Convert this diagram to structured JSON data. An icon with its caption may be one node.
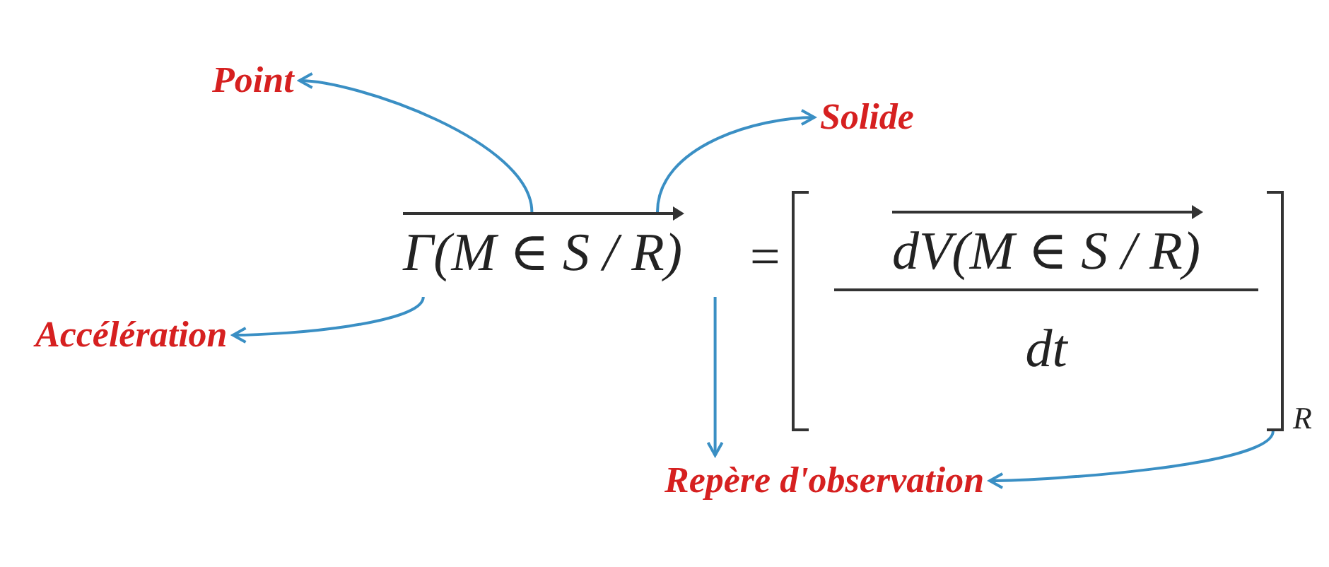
{
  "diagram": {
    "nodes": [
      {
        "text": [
          "Point"
        ]
      },
      {
        "text": [
          "Solide"
        ]
      },
      {
        "text": [
          "Γ(M ∈ S / R)"
        ]
      },
      {
        "text": [
          "Accélération"
        ]
      },
      {
        "text": [
          "Repère d'observation"
        ]
      },
      {
        "text": [
          "dV(M ∈ S / R)",
          "dt",
          "R"
        ]
      }
    ],
    "edges": [
      {
        "from": 2,
        "to": 0,
        "arrow": "to"
      },
      {
        "from": 2,
        "to": 1,
        "arrow": "to"
      },
      {
        "from": 2,
        "to": 3,
        "arrow": "to"
      },
      {
        "from": 2,
        "to": 4,
        "arrow": "to"
      },
      {
        "from": 5,
        "to": 4,
        "arrow": "to"
      }
    ],
    "labels": [
      "="
    ]
  }
}
